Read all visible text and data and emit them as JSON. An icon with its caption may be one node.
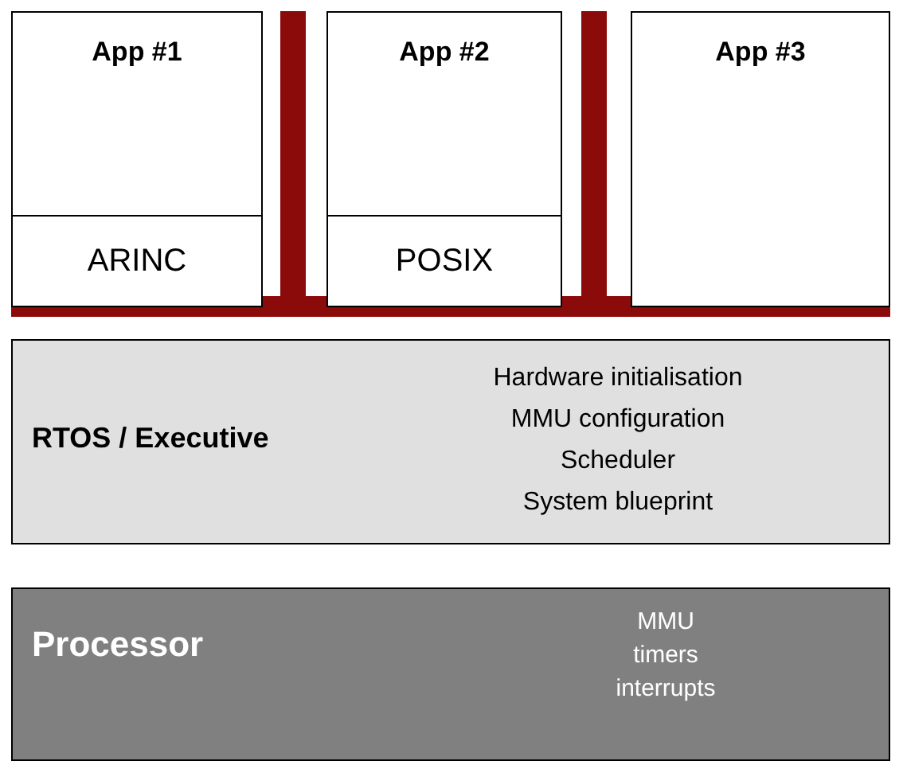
{
  "diagram": {
    "nodes": [
      {
        "text": [
          "App #1"
        ]
      },
      {
        "text": [
          "ARINC"
        ],
        "in": 0
      },
      {
        "text": [
          "App #2"
        ]
      },
      {
        "text": [
          "POSIX"
        ],
        "in": 2
      },
      {
        "text": [
          "App #3"
        ]
      },
      {
        "text": [
          "RTOS / Executive",
          "Hardware initialisation",
          "MMU configuration",
          "Scheduler",
          "System blueprint"
        ]
      },
      {
        "text": [
          "Processor",
          "MMU",
          "timers",
          "interrupts"
        ]
      }
    ]
  }
}
